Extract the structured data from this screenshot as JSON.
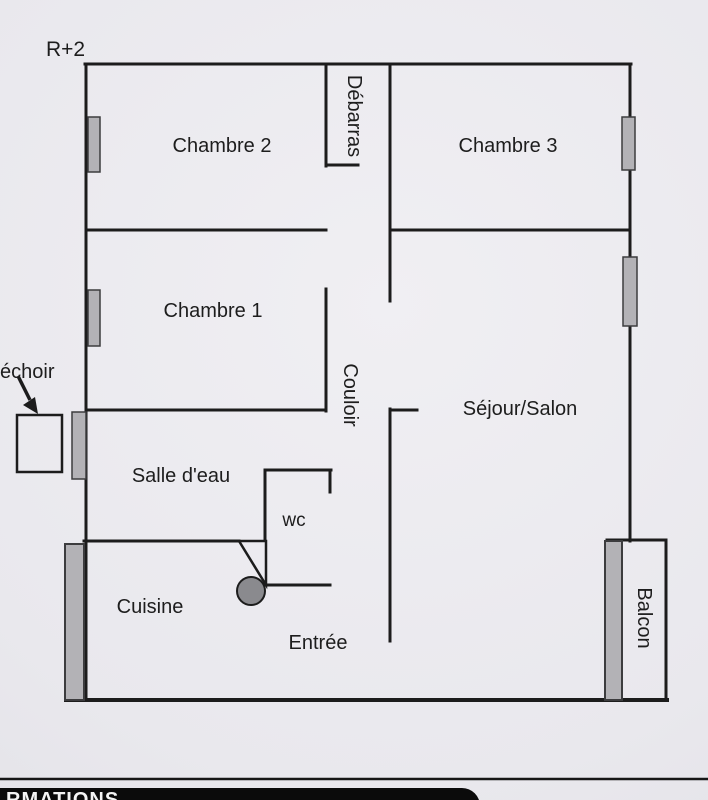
{
  "page": {
    "floor_label": "R+2",
    "footer_partial_text": "RMATIONS"
  },
  "plan": {
    "rooms": {
      "chambre2": "Chambre 2",
      "debarras": "Débarras",
      "chambre3": "Chambre 3",
      "chambre1": "Chambre 1",
      "couloir": "Couloir",
      "sejour": "Séjour/Salon",
      "sechoir": "échoir",
      "salle_eau": "Salle d'eau",
      "wc": "wc",
      "cuisine": "Cuisine",
      "entree": "Entrée",
      "balcon": "Balcon"
    },
    "colors": {
      "wall": "#1c1c1c",
      "window_fill": "#b3b2b6",
      "background": "#e9e8ed",
      "footer_bar": "#0b0b0b"
    }
  }
}
